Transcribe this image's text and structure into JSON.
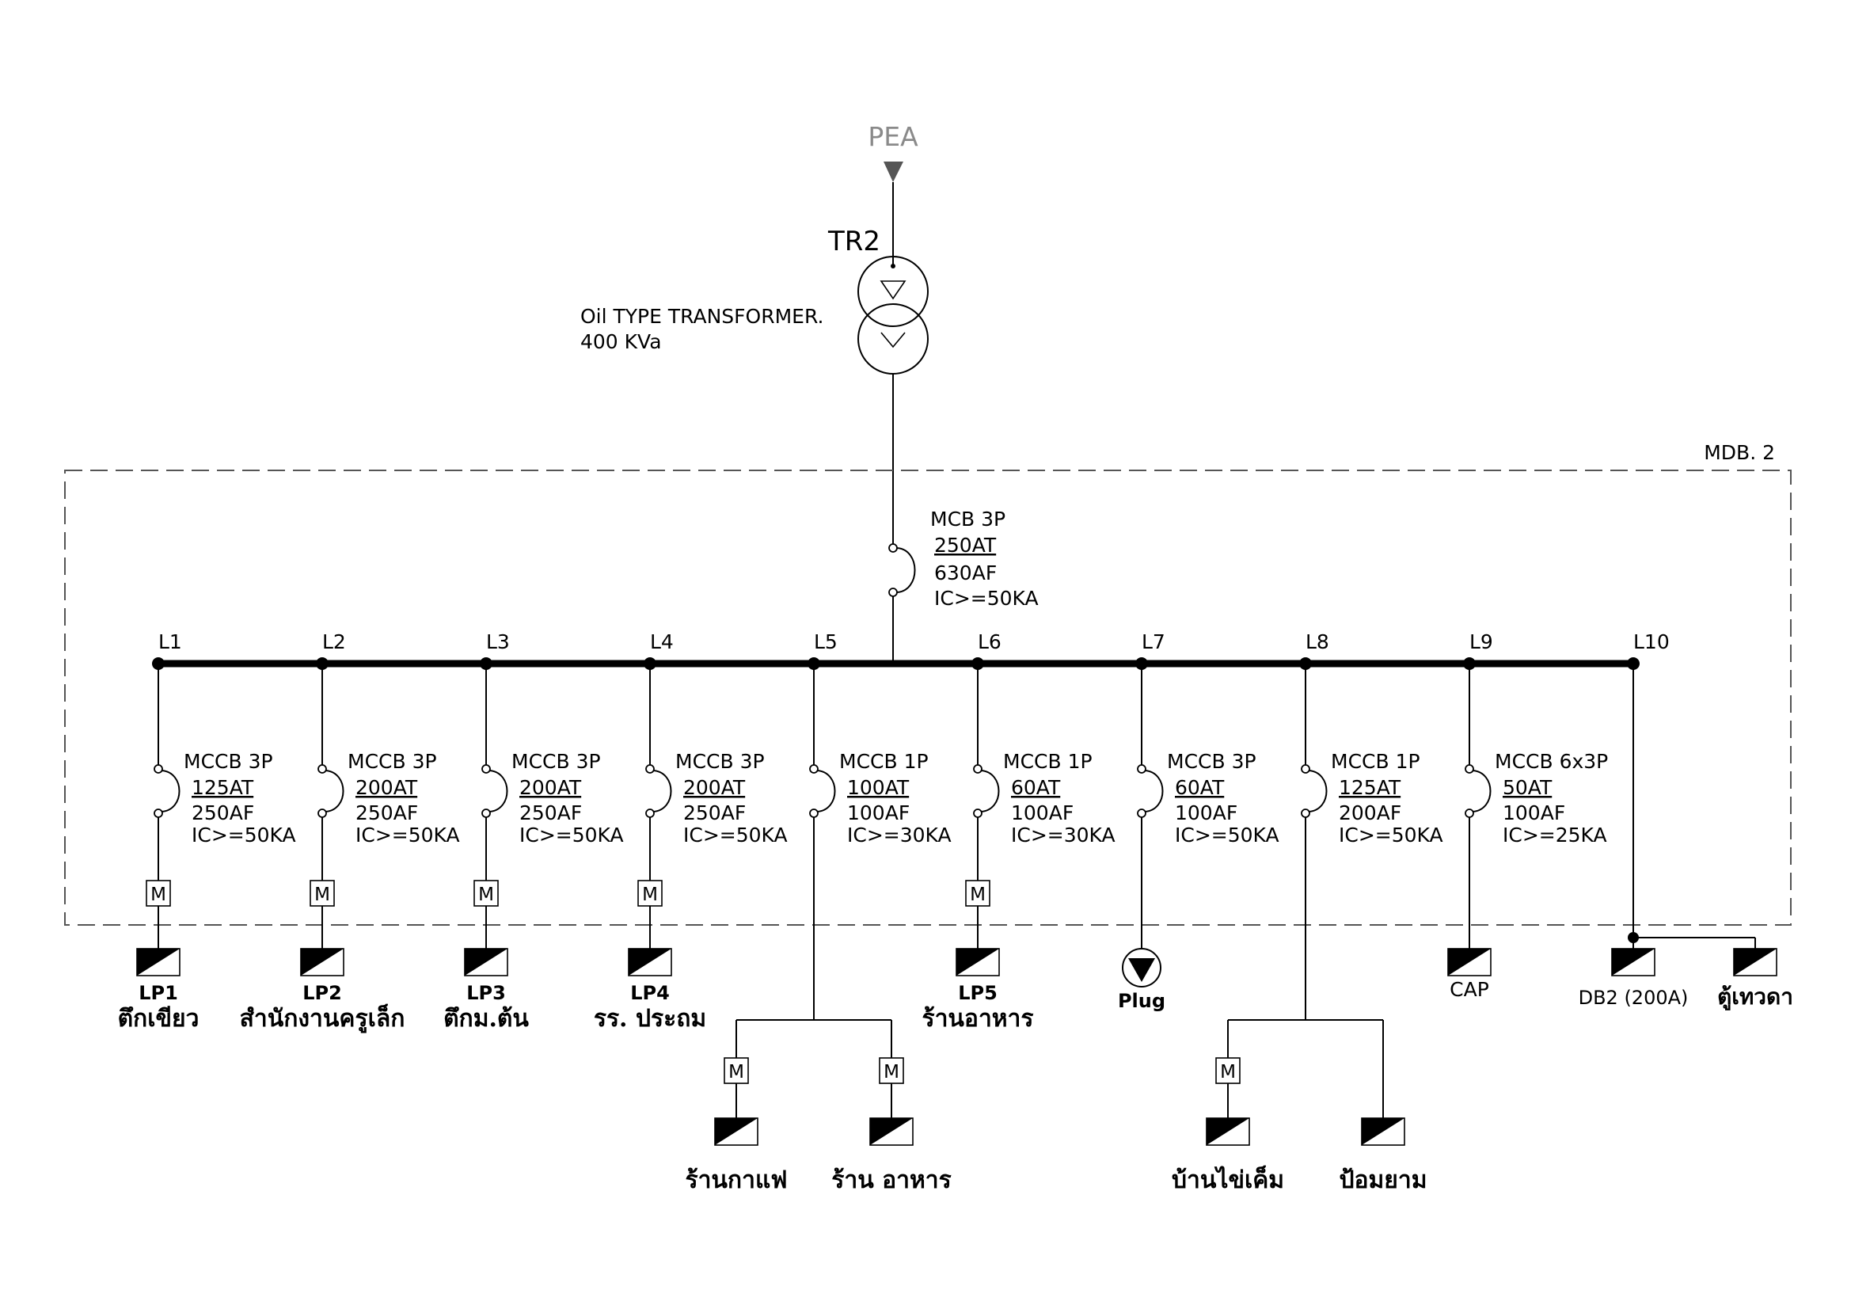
{
  "supply": {
    "label": "PEA"
  },
  "transformer": {
    "name": "TR2",
    "type_line": "Oil TYPE TRANSFORMER.",
    "rating_line": "400 KVa"
  },
  "board": {
    "label": "MDB. 2"
  },
  "main_breaker": {
    "type": "MCB 3P",
    "at": "250AT",
    "af": "630AF",
    "ic": "IC>=50KA"
  },
  "feeders": [
    {
      "id": "L1",
      "type": "MCCB 3P",
      "at": "125AT",
      "af": "250AF",
      "ic": "IC>=50KA",
      "meter_label": "M",
      "load_code": "LP1",
      "load_name": "ตึกเขียว"
    },
    {
      "id": "L2",
      "type": "MCCB 3P",
      "at": "200AT",
      "af": "250AF",
      "ic": "IC>=50KA",
      "meter_label": "M",
      "load_code": "LP2",
      "load_name": "สำนักงานครูเล็ก"
    },
    {
      "id": "L3",
      "type": "MCCB 3P",
      "at": "200AT",
      "af": "250AF",
      "ic": "IC>=50KA",
      "meter_label": "M",
      "load_code": "LP3",
      "load_name": "ตึกม.ต้น"
    },
    {
      "id": "L4",
      "type": "MCCB 3P",
      "at": "200AT",
      "af": "250AF",
      "ic": "IC>=50KA",
      "meter_label": "M",
      "load_code": "LP4",
      "load_name": "รร. ประถม"
    },
    {
      "id": "L5",
      "type": "MCCB 1P",
      "at": "100AT",
      "af": "100AF",
      "ic": "IC>=30KA",
      "sub_loads": [
        {
          "meter_label": "M",
          "name": "ร้านกาแฟ"
        },
        {
          "meter_label": "M",
          "name": "ร้าน อาหาร"
        }
      ]
    },
    {
      "id": "L6",
      "type": "MCCB 1P",
      "at": "60AT",
      "af": "100AF",
      "ic": "IC>=30KA",
      "meter_label": "M",
      "load_code": "LP5",
      "load_name": "ร้านอาหาร"
    },
    {
      "id": "L7",
      "type": "MCCB 3P",
      "at": "60AT",
      "af": "100AF",
      "ic": "IC>=50KA",
      "load_code": "Plug"
    },
    {
      "id": "L8",
      "type": "MCCB 1P",
      "at": "125AT",
      "af": "200AF",
      "ic": "IC>=50KA",
      "sub_loads": [
        {
          "meter_label": "M",
          "name": "บ้านไข่เค็ม"
        },
        {
          "name": "ป้อมยาม"
        }
      ]
    },
    {
      "id": "L9",
      "type": "MCCB 6x3P",
      "at": "50AT",
      "af": "100AF",
      "ic": "IC>=25KA",
      "load_code": "CAP"
    },
    {
      "id": "L10",
      "loads": [
        "DB2 (200A)",
        "ตู้เทวดา"
      ]
    }
  ]
}
